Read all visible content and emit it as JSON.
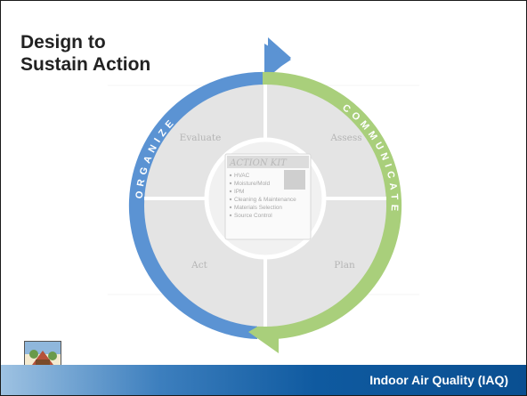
{
  "slide": {
    "title_line1": "Design to",
    "title_line2": "Sustain Action",
    "footer_text": "Indoor Air Quality (IAQ)"
  },
  "cycle": {
    "left_arc_label": "ORGANIZE",
    "right_arc_label": "COMMUNICATE",
    "left_arc_color": "#5b93d3",
    "right_arc_color": "#a9cf7b"
  },
  "quadrants": {
    "top_left": "Evaluate",
    "top_right": "Assess",
    "bottom_left": "Act",
    "bottom_right": "Plan"
  },
  "action_kit": {
    "title": "ACTION KIT",
    "items": [
      "HVAC",
      "Moisture/Mold",
      "IPM",
      "Cleaning & Maintenance",
      "Materials Selection",
      "Source Control"
    ]
  }
}
